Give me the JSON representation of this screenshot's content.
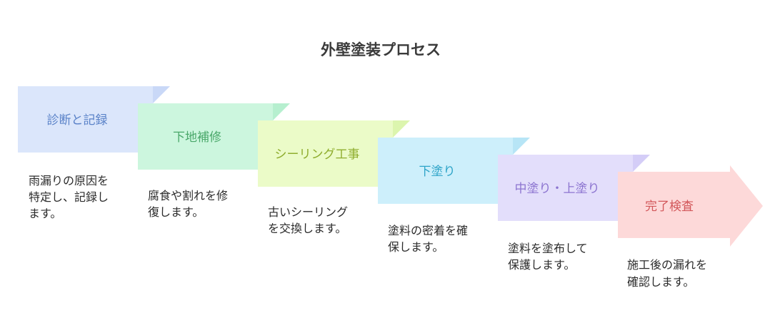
{
  "title": "外壁塗装プロセス",
  "steps": [
    {
      "label": "診断と記録",
      "description_lines": [
        "雨漏りの原因を",
        "特定し、記録し",
        "ます。"
      ],
      "fill": "#dbe6fb",
      "fold": "#c9d8f7",
      "text_color": "#5a82c8"
    },
    {
      "label": "下地補修",
      "description_lines": [
        "腐食や割れを修",
        "復します。"
      ],
      "fill": "#ccf6de",
      "fold": "#b6efcf",
      "text_color": "#4aa86a"
    },
    {
      "label": "シーリング工事",
      "description_lines": [
        "古いシーリング",
        "を交換します。"
      ],
      "fill": "#ebfbc8",
      "fold": "#dcf5ae",
      "text_color": "#8fad2e"
    },
    {
      "label": "下塗り",
      "description_lines": [
        "塗料の密着を確",
        "保します。"
      ],
      "fill": "#cdeffb",
      "fold": "#b7e5f6",
      "text_color": "#2ea4c8"
    },
    {
      "label": "中塗り・上塗り",
      "description_lines": [
        "塗料を塗布して",
        "保護します。"
      ],
      "fill": "#e3defb",
      "fold": "#d4cdf7",
      "text_color": "#8c74d0"
    },
    {
      "label": "完了検査",
      "description_lines": [
        "施工後の漏れを",
        "確認します。"
      ],
      "fill": "#fdd9d9",
      "fold": "#fbcaca",
      "text_color": "#d2575a"
    }
  ]
}
